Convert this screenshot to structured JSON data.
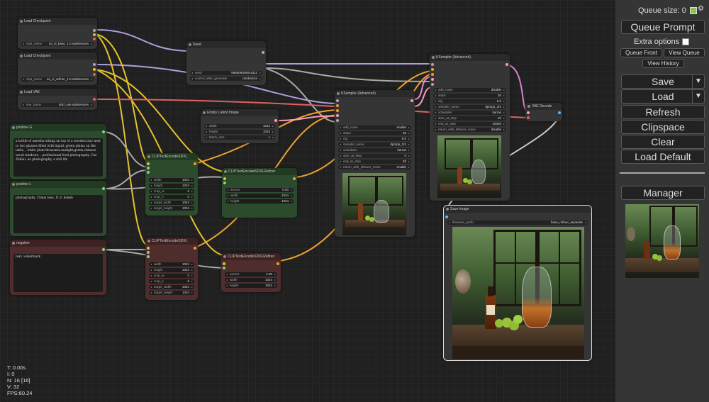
{
  "canvas": {
    "nodes": {
      "ckpt1": {
        "title": "Load Checkpoint",
        "w_name": "ckpt_name",
        "w_value": "sd_xl_base_1.0.safetensors"
      },
      "ckpt2": {
        "title": "Load Checkpoint",
        "w_name": "ckpt_name",
        "w_value": "sd_xl_refiner_1.0.safetensors"
      },
      "vae": {
        "title": "Load VAE",
        "w_name": "vae_name",
        "w_value": "sdxl_vae.safetensors"
      },
      "seed": {
        "title": "Seed",
        "widgets": [
          {
            "name": "seed",
            "value": "586808008016111"
          },
          {
            "name": "control_after_generate",
            "value": "randomize"
          }
        ]
      },
      "latent": {
        "title": "Empty Latent Image",
        "widgets": [
          {
            "name": "width",
            "value": "1024"
          },
          {
            "name": "height",
            "value": "1024"
          },
          {
            "name": "batch_size",
            "value": "1"
          }
        ]
      },
      "posg": {
        "title": "positive G",
        "text": "a bottle of umeshu sitting on top of a wooden tray next to two glasses filled with liquid, green plums on the table, , white plum blossoms,sunlight,green,chinese wood windows, , professional food photography, Cao Zhibai, ue photography, a still life"
      },
      "posl": {
        "title": "positive L",
        "text": "photography, 35mm lens, f1.8, bokeh"
      },
      "neg": {
        "title": "negative",
        "text": "text, watermark"
      },
      "clip1": {
        "title": "CLIPTextEncodeSDXL",
        "widgets": [
          {
            "name": "width",
            "value": "1024"
          },
          {
            "name": "height",
            "value": "1024"
          },
          {
            "name": "crop_w",
            "value": "0"
          },
          {
            "name": "crop_h",
            "value": "0"
          },
          {
            "name": "target_width",
            "value": "1024"
          },
          {
            "name": "target_height",
            "value": "1024"
          }
        ]
      },
      "clip2": {
        "title": "CLIPTextEncodeSDXL",
        "widgets": [
          {
            "name": "width",
            "value": "1024"
          },
          {
            "name": "height",
            "value": "1024"
          },
          {
            "name": "crop_w",
            "value": "0"
          },
          {
            "name": "crop_h",
            "value": "0"
          },
          {
            "name": "target_width",
            "value": "1024"
          },
          {
            "name": "target_height",
            "value": "1024"
          }
        ]
      },
      "ref1": {
        "title": "CLIPTextEncodeSDXLRefiner",
        "widgets": [
          {
            "name": "ascore",
            "value": "6.00"
          },
          {
            "name": "width",
            "value": "1024"
          },
          {
            "name": "height",
            "value": "1024"
          }
        ]
      },
      "ref2": {
        "title": "CLIPTextEncodeSDXLRefiner",
        "widgets": [
          {
            "name": "ascore",
            "value": "2.00"
          },
          {
            "name": "width",
            "value": "1024"
          },
          {
            "name": "height",
            "value": "1024"
          }
        ]
      },
      "ks1": {
        "title": "KSampler (Advanced)",
        "widgets": [
          {
            "name": "add_noise",
            "value": "enable"
          },
          {
            "name": "steps",
            "value": "30"
          },
          {
            "name": "cfg",
            "value": "6.0"
          },
          {
            "name": "sampler_name",
            "value": "dpmpp_2m"
          },
          {
            "name": "scheduler",
            "value": "karras"
          },
          {
            "name": "start_at_step",
            "value": "0"
          },
          {
            "name": "end_at_step",
            "value": "20"
          },
          {
            "name": "return_with_leftover_noise",
            "value": "enable"
          }
        ]
      },
      "ks2": {
        "title": "KSampler (Advanced)",
        "widgets": [
          {
            "name": "add_noise",
            "value": "disable"
          },
          {
            "name": "steps",
            "value": "30"
          },
          {
            "name": "cfg",
            "value": "6.0"
          },
          {
            "name": "sampler_name",
            "value": "dpmpp_2m"
          },
          {
            "name": "scheduler",
            "value": "karras"
          },
          {
            "name": "start_at_step",
            "value": "20"
          },
          {
            "name": "end_at_step",
            "value": "10000"
          },
          {
            "name": "return_with_leftover_noise",
            "value": "disable"
          }
        ]
      },
      "vaedec": {
        "title": "VAE Decode"
      },
      "save": {
        "title": "Save Image",
        "w_name": "filename_prefix",
        "w_value": "base_refiner_separate"
      }
    },
    "stats": {
      "t": "T: 0.00s",
      "i": "I: 0",
      "n": "N: 16 [16]",
      "v": "V: 32",
      "fps": "FPS:60.24"
    }
  },
  "panel": {
    "queue_size": "Queue size: 0",
    "queue_prompt": "Queue Prompt",
    "extra_options": "Extra options",
    "queue_front": "Queue Front",
    "view_queue": "View Queue",
    "view_history": "View History",
    "save": "Save",
    "load": "Load",
    "refresh": "Refresh",
    "clipspace": "Clipspace",
    "clear": "Clear",
    "load_default": "Load Default",
    "manager": "Manager"
  }
}
